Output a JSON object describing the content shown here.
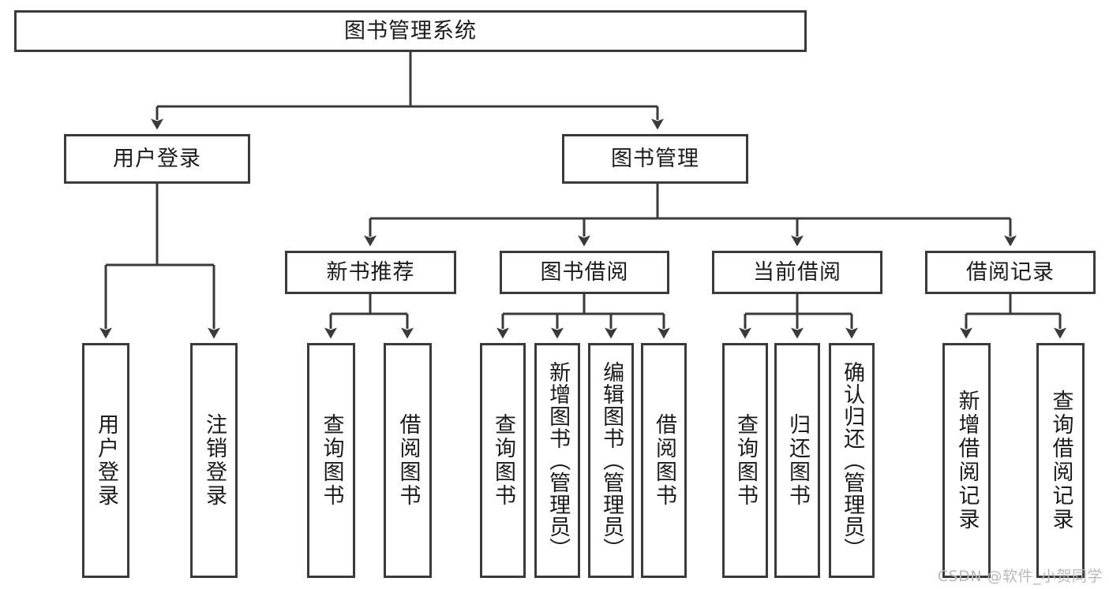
{
  "diagram": {
    "type": "hierarchy-tree",
    "title": "图书管理系统",
    "root": {
      "label": "图书管理系统"
    },
    "level2": [
      {
        "label": "用户登录"
      },
      {
        "label": "图书管理"
      }
    ],
    "level3": [
      {
        "label": "新书推荐"
      },
      {
        "label": "图书借阅"
      },
      {
        "label": "当前借阅"
      },
      {
        "label": "借阅记录"
      }
    ],
    "leaves": {
      "user_login": [
        {
          "label": "用户登录"
        },
        {
          "label": "注销登录"
        }
      ],
      "new_book_recommend": [
        {
          "label": "查询图书"
        },
        {
          "label": "借阅图书"
        }
      ],
      "book_borrow": [
        {
          "label": "查询图书"
        },
        {
          "label": "新增图书（管理员）"
        },
        {
          "label": "编辑图书（管理员）"
        },
        {
          "label": "借阅图书"
        }
      ],
      "current_borrow": [
        {
          "label": "查询图书"
        },
        {
          "label": "归还图书"
        },
        {
          "label": "确认归还（管理员）"
        }
      ],
      "borrow_record": [
        {
          "label": "新增借阅记录"
        },
        {
          "label": "查询借阅记录"
        }
      ]
    }
  },
  "watermark": {
    "text": "CSDN @软件_小贺同学"
  },
  "colors": {
    "stroke": "#3a3a3a",
    "text": "#1b1b1b",
    "background": "#ffffff",
    "watermark": "#b9b9b9"
  }
}
